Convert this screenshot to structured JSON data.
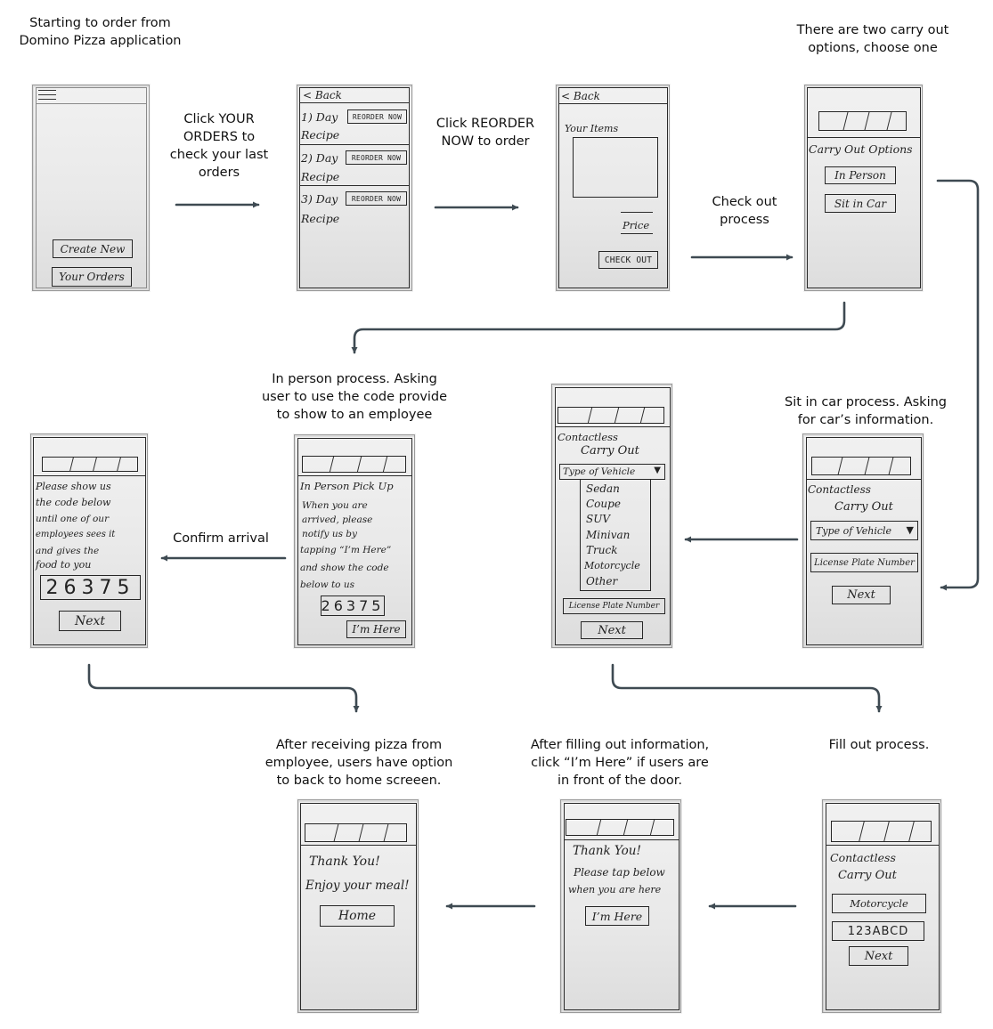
{
  "captions": {
    "c1": [
      "Starting to order from",
      "Domino Pizza application"
    ],
    "c2": [
      "Click YOUR",
      "ORDERS to",
      "check your last",
      "orders"
    ],
    "c3": [
      "Click REORDER",
      "NOW to order"
    ],
    "c4": [
      "Check out",
      "process"
    ],
    "c5": [
      "There are two carry out",
      "options, choose one"
    ],
    "c6": [
      "Sit in car process. Asking",
      "for car’s information."
    ],
    "c7": [
      "In person process. Asking",
      "user to use the code provide",
      "to show to an employee"
    ],
    "c8": [
      "Confirm arrival"
    ],
    "c9": [
      "Fill out process."
    ],
    "c10": [
      "After filling out information,",
      "click “I’m Here” if users are",
      "in front of the door."
    ],
    "c11": [
      "After receiving pizza from",
      "employee, users have option",
      "to back to home screeen."
    ]
  },
  "screen1": {
    "create_new": "Create New",
    "your_orders": "Your Orders",
    "menu_icon": "hamburger-menu-icon"
  },
  "screen2": {
    "back": "< Back",
    "orders": [
      {
        "title": "1) Day",
        "sub": "Recipe",
        "btn": "REORDER NOW"
      },
      {
        "title": "2) Day",
        "sub": "Recipe",
        "btn": "REORDER NOW"
      },
      {
        "title": "3) Day",
        "sub": "Recipe",
        "btn": "REORDER NOW"
      }
    ]
  },
  "screen3": {
    "back": "< Back",
    "items_label": "Your Items",
    "price": "Price",
    "checkout": "CHECK OUT"
  },
  "screen4": {
    "title": "Carry Out Options",
    "in_person": "In Person",
    "sit_in_car": "Sit in Car"
  },
  "screen5": {
    "title1": "Contactless",
    "title2": "Carry Out",
    "vehicle_type": "Type of Vehicle",
    "license": "License Plate Number",
    "next": "Next"
  },
  "screen6": {
    "title1": "Contactless",
    "title2": "Carry Out",
    "vehicle_type": "Type of Vehicle",
    "options": [
      "Sedan",
      "Coupe",
      "SUV",
      "Minivan",
      "Truck",
      "Motorcycle",
      "Other"
    ],
    "license": "License Plate Number",
    "next": "Next"
  },
  "screen7": {
    "title": "In Person Pick Up",
    "lines": [
      "When you are",
      "arrived, please",
      "notify us by",
      "tapping “I’m Here”",
      "and show the code",
      "below to us"
    ],
    "code": "26375",
    "button": "I’m Here"
  },
  "screen8": {
    "lines": [
      "Please show us",
      "the code below",
      "until one of our",
      "employees sees it",
      "and gives the",
      "food to you"
    ],
    "code": "26375",
    "next": "Next"
  },
  "screen9": {
    "title1": "Contactless",
    "title2": "Carry Out",
    "vehicle": "Motorcycle",
    "plate": "123ABCD",
    "next": "Next"
  },
  "screen10": {
    "line1": "Thank You!",
    "line2": "Please tap below",
    "line3": "when you are here",
    "button": "I’m Here"
  },
  "screen11": {
    "line1": "Thank You!",
    "line2": "Enjoy your meal!",
    "button": "Home"
  }
}
